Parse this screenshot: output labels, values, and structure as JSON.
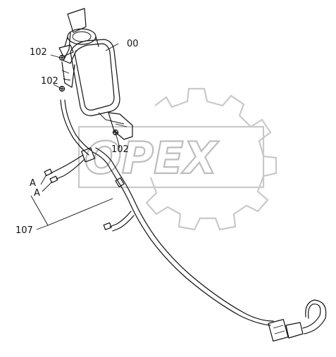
{
  "diagram": {
    "watermark_text": "OPEX",
    "callouts": {
      "mirror": "00",
      "screw_top": "102",
      "screw_mid": "102",
      "screw_bracket": "102",
      "harness": "107",
      "connector_a1": "A",
      "connector_a2": "A"
    }
  }
}
